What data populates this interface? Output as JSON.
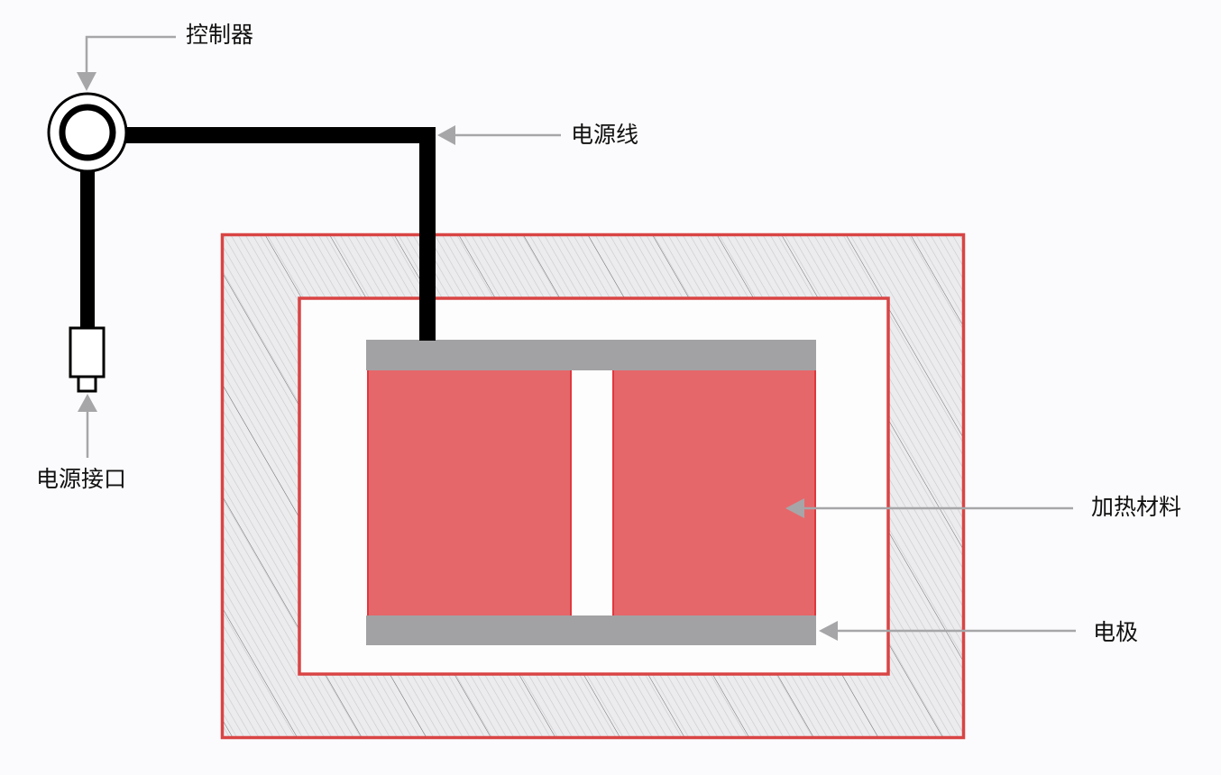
{
  "labels": {
    "controller": "控制器",
    "power_cord": "电源线",
    "power_plug": "电源接口",
    "heating_material": "加热材料",
    "electrode": "电极"
  },
  "colors": {
    "background": "#fbfbfd",
    "outer_box_border": "#d94444",
    "insulation_fill": "#ececee",
    "hatch_light": "#c8c8cc",
    "hatch_dark": "#707074",
    "inner_box_fill": "#fdfdfe",
    "heating_block_fill": "#e5676a",
    "heating_block_edge": "#e0383d",
    "electrode_fill": "#a2a2a4",
    "cable": "#000000",
    "arrow": "#a6a6a8",
    "label_text": "#111111"
  }
}
